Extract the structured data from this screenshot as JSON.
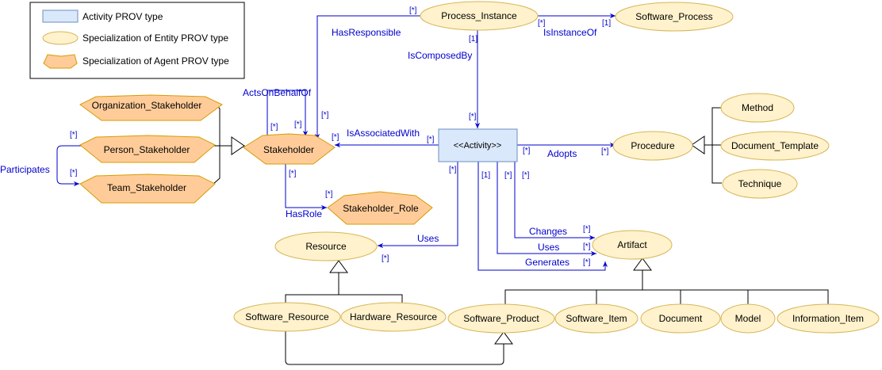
{
  "legend": {
    "activity": "Activity PROV type",
    "entity": "Specialization of Entity PROV type",
    "agent": "Specialization of Agent PROV type"
  },
  "nodes": {
    "process_instance": "Process_Instance",
    "software_process": "Software_Process",
    "activity": "<<Activity>>",
    "stakeholder": "Stakeholder",
    "organization_stakeholder": "Organization_Stakeholder",
    "person_stakeholder": "Person_Stakeholder",
    "team_stakeholder": "Team_Stakeholder",
    "stakeholder_role": "Stakeholder_Role",
    "procedure": "Procedure",
    "method": "Method",
    "document_template": "Document_Template",
    "technique": "Technique",
    "resource": "Resource",
    "software_resource": "Software_Resource",
    "hardware_resource": "Hardware_Resource",
    "artifact": "Artifact",
    "software_product": "Software_Product",
    "software_item": "Software_Item",
    "document": "Document",
    "model": "Model",
    "information_item": "Information_Item"
  },
  "relations": {
    "has_responsible": "HasResponsible",
    "is_instance_of": "IsInstanceOf",
    "is_composed_by": "IsComposedBy",
    "acts_on_behalf_of": "ActsOnBehalfOf",
    "is_associated_with": "IsAssociatedWith",
    "adopts": "Adopts",
    "participates": "Participates",
    "has_role": "HasRole",
    "uses_resource": "Uses",
    "changes": "Changes",
    "uses_artifact": "Uses",
    "generates": "Generates"
  },
  "multiplicities": {
    "many": "[*]",
    "one": "[1]"
  }
}
